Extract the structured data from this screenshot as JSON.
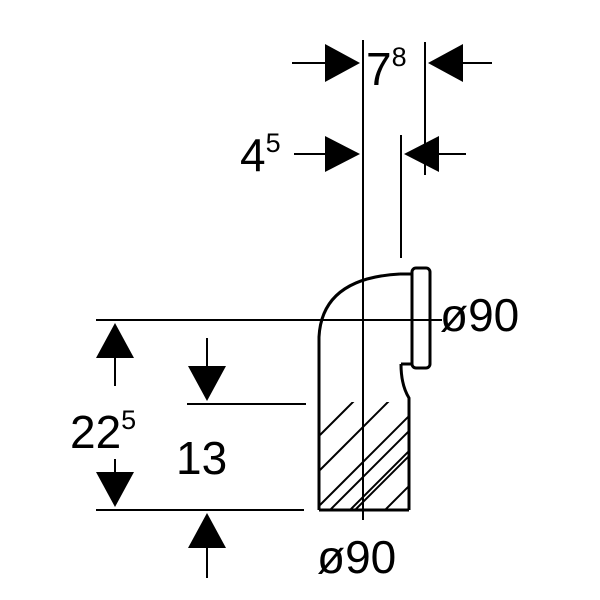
{
  "dimensions": {
    "top_width": {
      "main": "7",
      "sup": "8"
    },
    "inner_width": {
      "main": "4",
      "sup": "5"
    },
    "total_height": {
      "main": "22",
      "sup": "5"
    },
    "straight_height": {
      "main": "13"
    },
    "outlet_diameter": "ø90",
    "inlet_diameter": "ø90"
  },
  "colors": {
    "line": "#000000",
    "background": "#ffffff"
  }
}
